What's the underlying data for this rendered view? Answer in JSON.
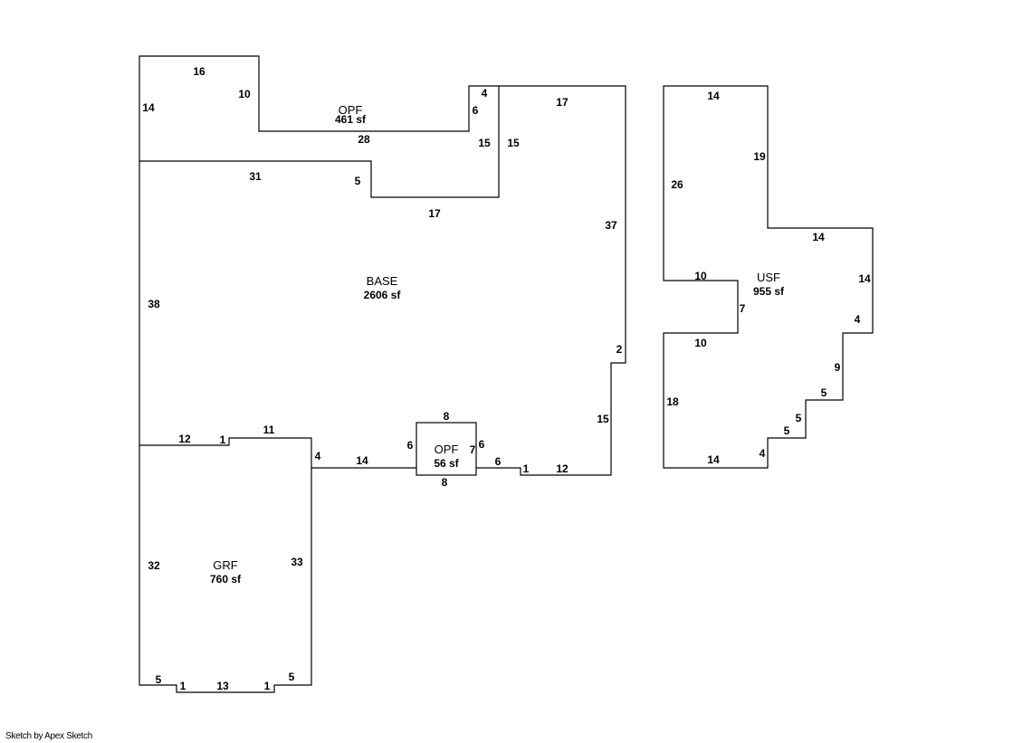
{
  "areas": {
    "opf_top": {
      "name": "OPF",
      "size": "461 sf"
    },
    "base": {
      "name": "BASE",
      "size": "2606 sf"
    },
    "opf_small": {
      "name": "OPF",
      "size": "56 sf"
    },
    "grf": {
      "name": "GRF",
      "size": "760 sf"
    },
    "usf": {
      "name": "USF",
      "size": "955 sf"
    }
  },
  "dimensions": {
    "opf_top": [
      "16",
      "10",
      "14",
      "28",
      "4",
      "6",
      "15"
    ],
    "base": [
      "15",
      "17",
      "31",
      "5",
      "17",
      "37",
      "38",
      "2",
      "15",
      "12",
      "1",
      "6",
      "14",
      "4",
      "11",
      "1",
      "12"
    ],
    "opf_small": [
      "8",
      "6",
      "6",
      "7",
      "8"
    ],
    "grf": [
      "32",
      "33",
      "5",
      "1",
      "13",
      "1",
      "5"
    ],
    "usf": [
      "14",
      "19",
      "26",
      "14",
      "10",
      "14",
      "7",
      "4",
      "10",
      "9",
      "5",
      "18",
      "5",
      "5",
      "4",
      "14"
    ]
  },
  "footer": {
    "text": "Sketch by Apex Sketch"
  }
}
